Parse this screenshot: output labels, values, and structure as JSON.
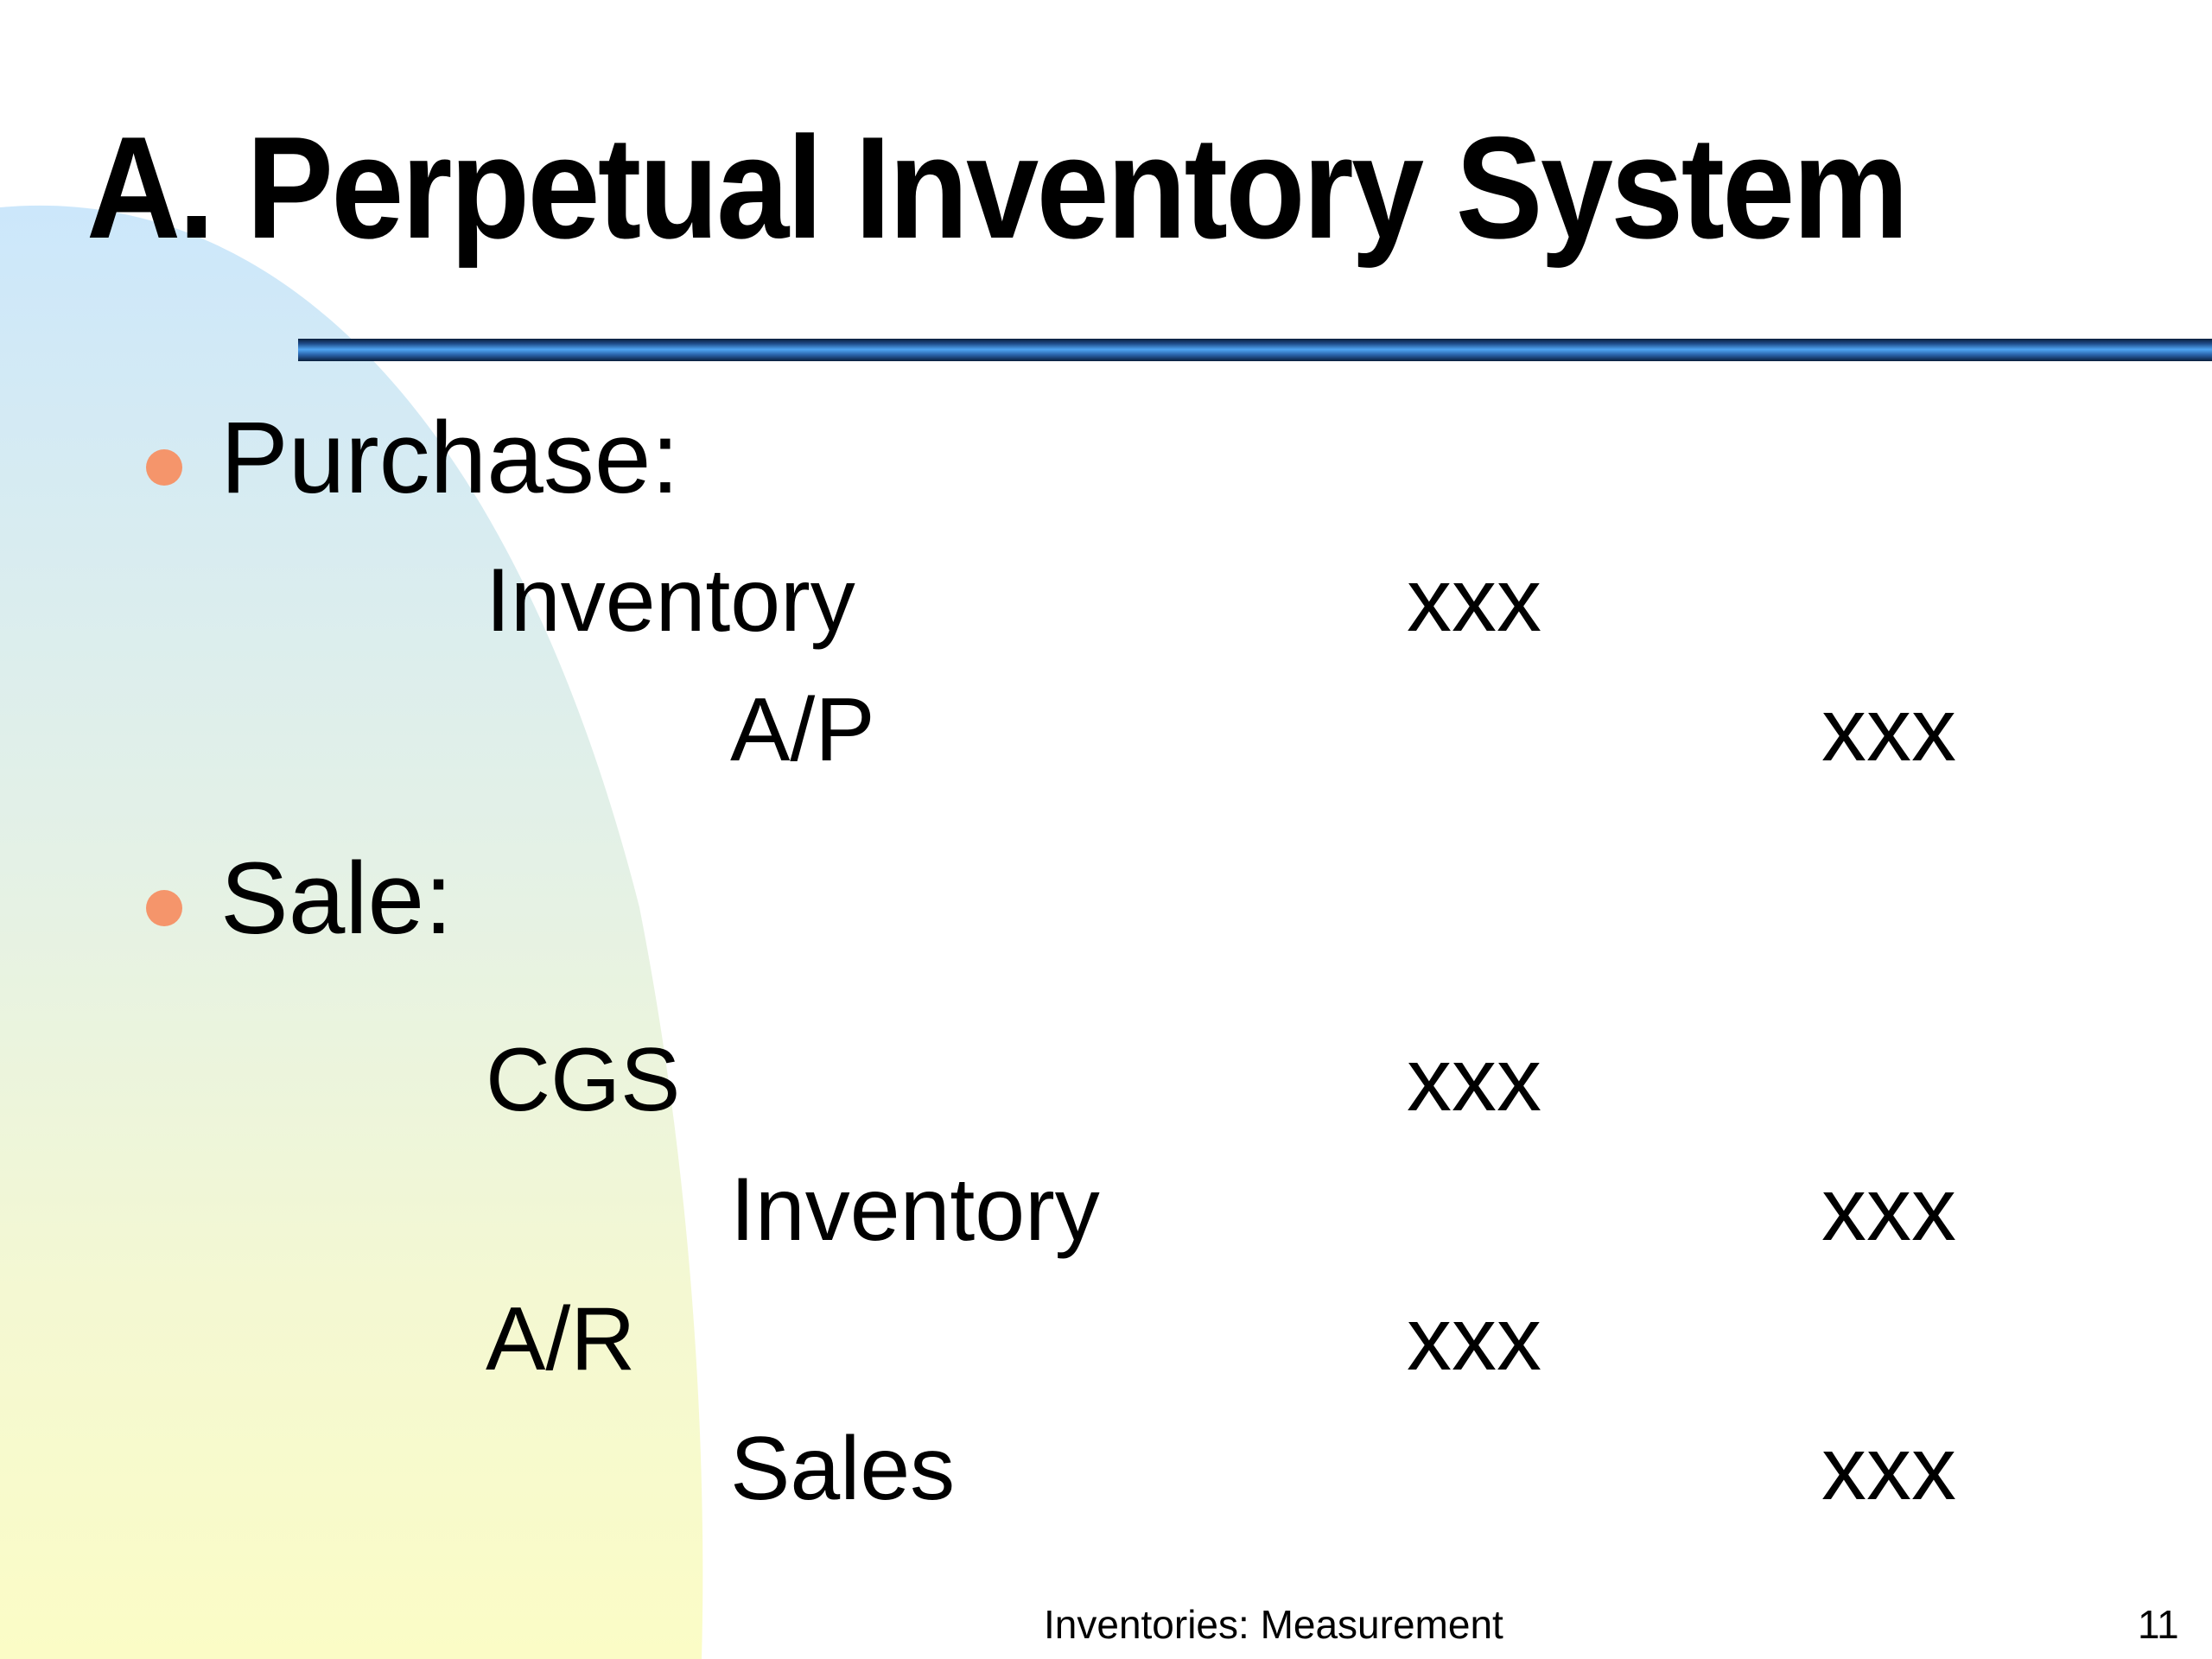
{
  "slide": {
    "title": "A. Perpetual Inventory System",
    "bullets": [
      {
        "label": "Purchase:",
        "entries": [
          {
            "account": "Inventory",
            "debit": "xxx",
            "credit": ""
          },
          {
            "account": "A/P",
            "debit": "",
            "credit": "xxx"
          }
        ]
      },
      {
        "label": "Sale:",
        "entries": [
          {
            "account": "CGS",
            "debit": "xxx",
            "credit": ""
          },
          {
            "account": "Inventory",
            "debit": "",
            "credit": "xxx"
          },
          {
            "account": "A/R",
            "debit": "xxx",
            "credit": ""
          },
          {
            "account": "Sales",
            "debit": "",
            "credit": "xxx"
          }
        ]
      }
    ],
    "footer": {
      "text": "Inventories: Measurement",
      "page_number": "11"
    }
  },
  "colors": {
    "bullet": "#f5956b",
    "title_rule": "#1f4c8a",
    "arc_top": "#cde8fa",
    "arc_bottom": "#fafcc8"
  }
}
